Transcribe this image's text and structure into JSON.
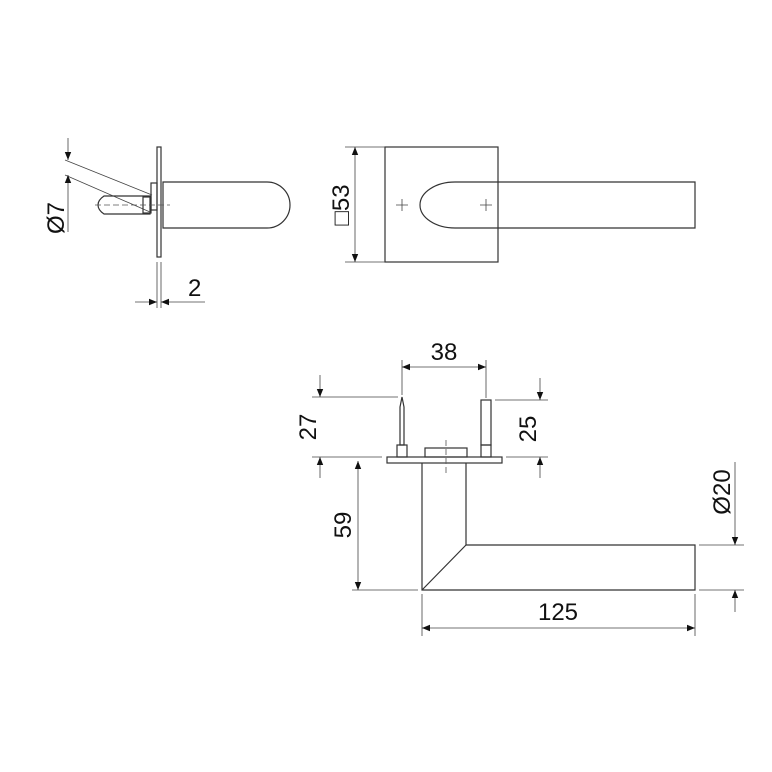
{
  "drawing": {
    "side_view": {
      "diameter_label": "Ø7",
      "thickness_label": "2"
    },
    "front_view": {
      "rose_label": "□53"
    },
    "top_view": {
      "pin_spacing_label": "38",
      "left_pin_label": "27",
      "right_pin_label": "25",
      "projection_label": "59",
      "length_label": "125",
      "grip_diameter_label": "Ø20"
    },
    "colors": {
      "line": "#333333",
      "background": "#ffffff"
    }
  }
}
